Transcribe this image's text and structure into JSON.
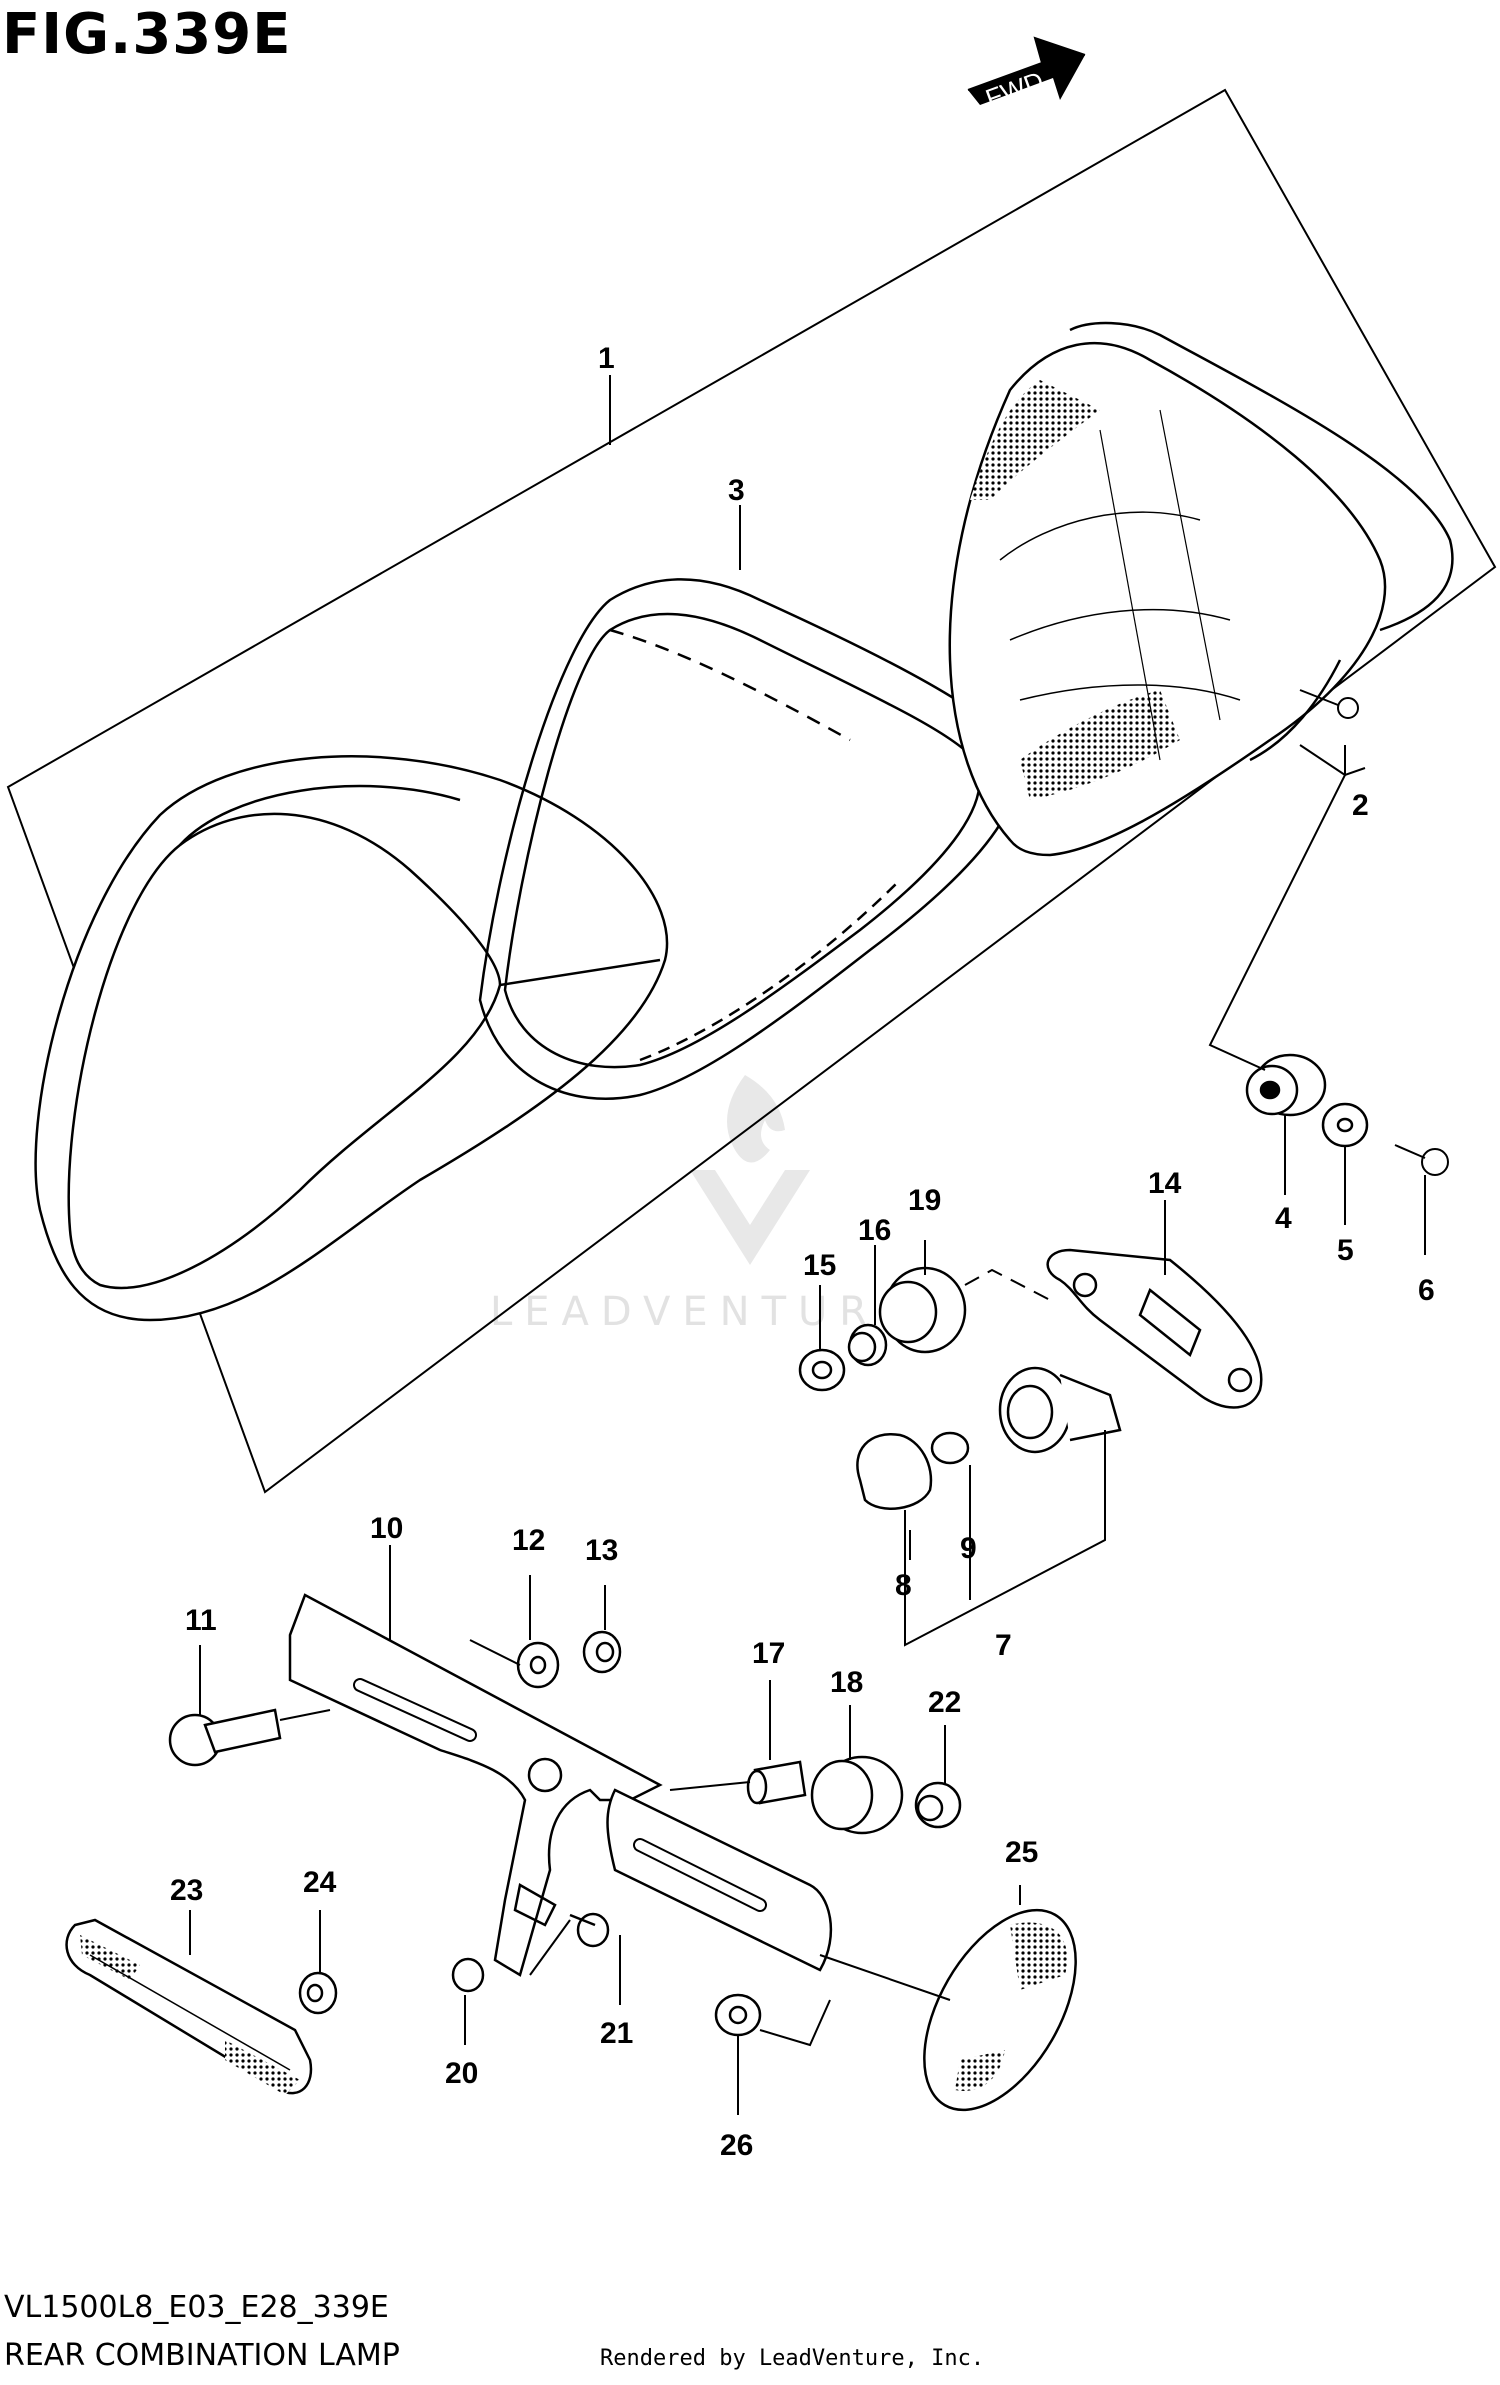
{
  "figure": {
    "title": "FIG.339E",
    "code": "VL1500L8_E03_E28_339E",
    "name": "REAR COMBINATION LAMP",
    "credit": "Rendered by LeadVenture, Inc.",
    "direction_label": "FWD",
    "watermark": "LEADVENTURE"
  },
  "callouts": [
    {
      "n": "1"
    },
    {
      "n": "2"
    },
    {
      "n": "3"
    },
    {
      "n": "4"
    },
    {
      "n": "5"
    },
    {
      "n": "6"
    },
    {
      "n": "7"
    },
    {
      "n": "8"
    },
    {
      "n": "9"
    },
    {
      "n": "10"
    },
    {
      "n": "11"
    },
    {
      "n": "12"
    },
    {
      "n": "13"
    },
    {
      "n": "14"
    },
    {
      "n": "15"
    },
    {
      "n": "16"
    },
    {
      "n": "17"
    },
    {
      "n": "18"
    },
    {
      "n": "19"
    },
    {
      "n": "20"
    },
    {
      "n": "21"
    },
    {
      "n": "22"
    },
    {
      "n": "23"
    },
    {
      "n": "24"
    },
    {
      "n": "25"
    },
    {
      "n": "26"
    }
  ]
}
